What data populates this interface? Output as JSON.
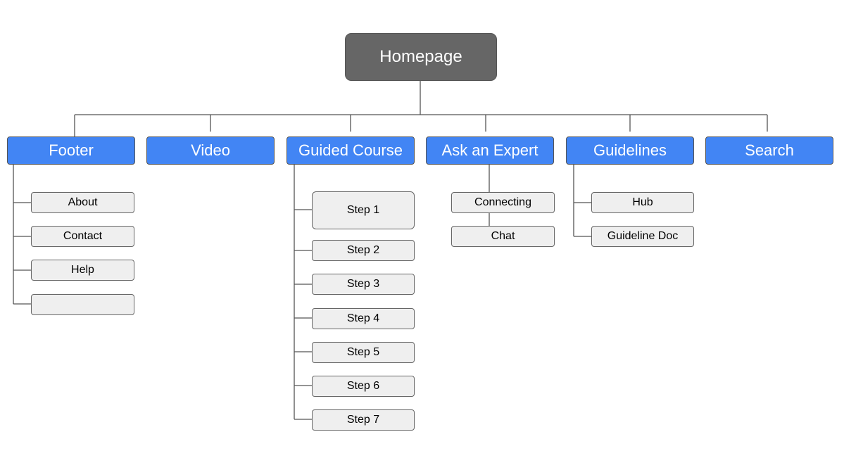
{
  "root": {
    "label": "Homepage"
  },
  "categories": [
    {
      "label": "Footer",
      "children": [
        "About",
        "Contact",
        "Help",
        ""
      ]
    },
    {
      "label": "Video",
      "children": []
    },
    {
      "label": "Guided Course",
      "children": [
        "Step 1",
        "Step 2",
        "Step 3",
        "Step 4",
        "Step 5",
        "Step 6",
        "Step 7"
      ]
    },
    {
      "label": "Ask an Expert",
      "children": [
        "Connecting",
        "Chat"
      ]
    },
    {
      "label": "Guidelines",
      "children": [
        "Hub",
        "Guideline Doc"
      ]
    },
    {
      "label": "Search",
      "children": []
    }
  ],
  "colors": {
    "root_fill": "#666666",
    "category_fill": "#4285f4",
    "child_fill": "#efefef",
    "connector": "#555555"
  }
}
